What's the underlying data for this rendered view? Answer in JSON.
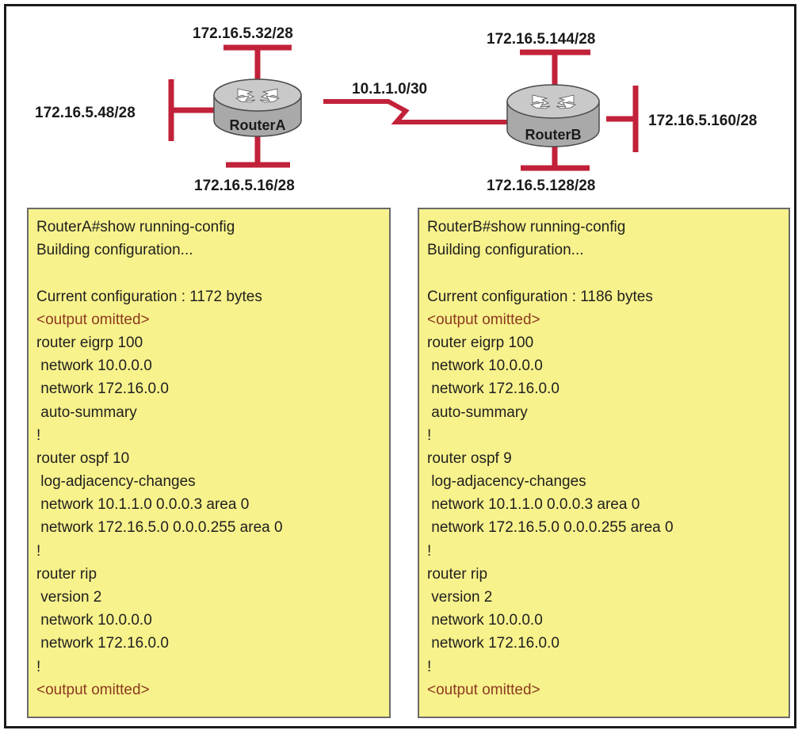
{
  "topology": {
    "routers": [
      {
        "id": "routerA",
        "label": "RouterA"
      },
      {
        "id": "routerB",
        "label": "RouterB"
      }
    ],
    "links": {
      "wan": "10.1.1.0/30",
      "routerA_top": "172.16.5.32/28",
      "routerA_left": "172.16.5.48/28",
      "routerA_bottom": "172.16.5.16/28",
      "routerB_top": "172.16.5.144/28",
      "routerB_right": "172.16.5.160/28",
      "routerB_bottom": "172.16.5.128/28"
    },
    "colors": {
      "link": "#c2213a",
      "router_body": "#a9a9a9",
      "router_top": "#c9c9c9",
      "panel": "#f8f28c",
      "omitted_text": "#8b3a1f"
    }
  },
  "config_a": {
    "lines": [
      {
        "text": "RouterA#show running-config",
        "omitted": false
      },
      {
        "text": "Building configuration...",
        "omitted": false
      },
      {
        "text": "",
        "omitted": false
      },
      {
        "text": "Current configuration : 1172 bytes",
        "omitted": false
      },
      {
        "text": "<output omitted>",
        "omitted": true
      },
      {
        "text": "router eigrp 100",
        "omitted": false
      },
      {
        "text": " network 10.0.0.0",
        "omitted": false
      },
      {
        "text": " network 172.16.0.0",
        "omitted": false
      },
      {
        "text": " auto-summary",
        "omitted": false
      },
      {
        "text": "!",
        "omitted": false
      },
      {
        "text": "router ospf 10",
        "omitted": false
      },
      {
        "text": " log-adjacency-changes",
        "omitted": false
      },
      {
        "text": " network 10.1.1.0 0.0.0.3 area 0",
        "omitted": false
      },
      {
        "text": " network 172.16.5.0 0.0.0.255 area 0",
        "omitted": false
      },
      {
        "text": "!",
        "omitted": false
      },
      {
        "text": "router rip",
        "omitted": false
      },
      {
        "text": " version 2",
        "omitted": false
      },
      {
        "text": " network 10.0.0.0",
        "omitted": false
      },
      {
        "text": " network 172.16.0.0",
        "omitted": false
      },
      {
        "text": "!",
        "omitted": false
      },
      {
        "text": "<output omitted>",
        "omitted": true
      }
    ]
  },
  "config_b": {
    "lines": [
      {
        "text": "RouterB#show running-config",
        "omitted": false
      },
      {
        "text": "Building configuration...",
        "omitted": false
      },
      {
        "text": "",
        "omitted": false
      },
      {
        "text": "Current configuration : 1186 bytes",
        "omitted": false
      },
      {
        "text": "<output omitted>",
        "omitted": true
      },
      {
        "text": "router eigrp 100",
        "omitted": false
      },
      {
        "text": " network 10.0.0.0",
        "omitted": false
      },
      {
        "text": " network 172.16.0.0",
        "omitted": false
      },
      {
        "text": " auto-summary",
        "omitted": false
      },
      {
        "text": "!",
        "omitted": false
      },
      {
        "text": "router ospf 9",
        "omitted": false
      },
      {
        "text": " log-adjacency-changes",
        "omitted": false
      },
      {
        "text": " network 10.1.1.0 0.0.0.3 area 0",
        "omitted": false
      },
      {
        "text": " network 172.16.5.0 0.0.0.255 area 0",
        "omitted": false
      },
      {
        "text": "!",
        "omitted": false
      },
      {
        "text": "router rip",
        "omitted": false
      },
      {
        "text": " version 2",
        "omitted": false
      },
      {
        "text": " network 10.0.0.0",
        "omitted": false
      },
      {
        "text": " network 172.16.0.0",
        "omitted": false
      },
      {
        "text": "!",
        "omitted": false
      },
      {
        "text": "<output omitted>",
        "omitted": true
      }
    ]
  }
}
